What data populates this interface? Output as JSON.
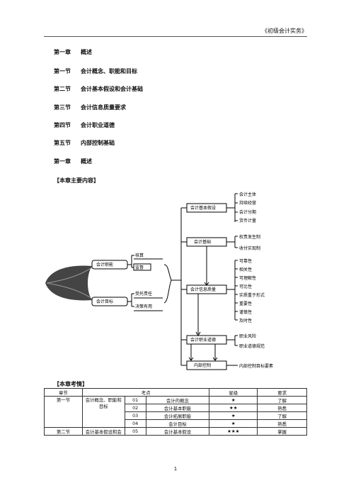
{
  "header": {
    "book_title": "《初级会计实务》"
  },
  "toc": [
    {
      "num": "第一章",
      "title": "概述"
    },
    {
      "num": "第一节",
      "title": "会计概念、职能和目标"
    },
    {
      "num": "第二节",
      "title": "会计基本假设和会计基础"
    },
    {
      "num": "第三节",
      "title": "会计信息质量要求"
    },
    {
      "num": "第四节",
      "title": "会计职业道德"
    },
    {
      "num": "第五节",
      "title": "内部控制基础"
    },
    {
      "num": "第一章",
      "title": "概述"
    }
  ],
  "section_content": "【本章主要内容】",
  "section_exam": "【本章考情】",
  "diagram": {
    "left_boxes": [
      "会计职能",
      "会计目标"
    ],
    "functions": [
      "核算",
      "监督"
    ],
    "objectives": [
      "受托责任",
      "决策有用"
    ],
    "main_boxes": [
      "会计基本假设",
      "会计基础",
      "会计信息质量",
      "会计职业道德",
      "内部控制"
    ],
    "assumptions": [
      "会计主体",
      "持续经营",
      "会计分期",
      "货币计量"
    ],
    "basis": [
      "权责发生制",
      "收付实现制"
    ],
    "quality": [
      "可靠性",
      "相关性",
      "可理解性",
      "可比性",
      "实质重于形式",
      "重要性",
      "谨慎性",
      "及时性"
    ],
    "ethics": [
      "职业风险",
      "职业道德规范"
    ],
    "internal_control": "内部控制目标要素"
  },
  "table": {
    "headers": [
      "章节",
      "考点",
      "星级",
      "要求"
    ],
    "rows": [
      {
        "chapter": "第一节",
        "section": "会计概念、职能和目标",
        "no": "01",
        "point": "会计的概念",
        "stars": "★",
        "req": "了解"
      },
      {
        "no": "02",
        "point": "会计基本职能",
        "stars": "★★",
        "req": "熟悉"
      },
      {
        "no": "03",
        "point": "会计拓展职能",
        "stars": "★",
        "req": "了解"
      },
      {
        "no": "04",
        "point": "会计目标",
        "stars": "★",
        "req": "熟悉"
      },
      {
        "chapter": "第二节",
        "section": "会计基本假设和会",
        "no": "05",
        "point": "会计基本假设",
        "stars": "★★★",
        "req": "掌握"
      }
    ]
  },
  "page_number": "1"
}
